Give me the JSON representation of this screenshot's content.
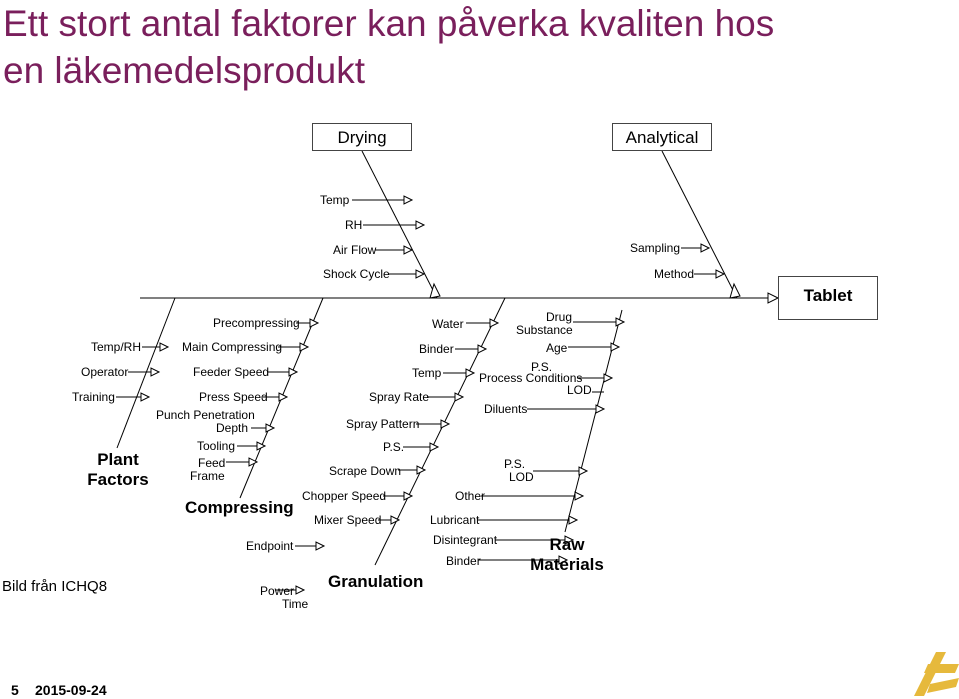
{
  "title_line1": "Ett stort antal faktorer kan påverka kvaliten hos",
  "title_line2": "en läkemedelsprodukt",
  "categories": {
    "drying": "Drying",
    "analytical": "Analytical",
    "tablet": "Tablet",
    "plant_factors": "Plant Factors",
    "compressing": "Compressing",
    "granulation": "Granulation",
    "raw_materials": "Raw Materials"
  },
  "drying_causes": [
    "Temp",
    "RH",
    "Air Flow",
    "Shock Cycle"
  ],
  "analytical_causes": [
    "Sampling",
    "Method"
  ],
  "plant_causes": [
    "Temp/RH",
    "Operator",
    "Training"
  ],
  "compressing_causes": {
    "precompressing": "Precompressing",
    "main_compressing": "Main Compressing",
    "feeder_speed": "Feeder Speed",
    "press_speed": "Press Speed",
    "punch_penetration": "Punch Penetration",
    "depth": "Depth",
    "tooling": "Tooling",
    "feed": "Feed",
    "frame": "Frame",
    "endpoint": "Endpoint",
    "power": "Power",
    "time": "Time"
  },
  "granulation_causes": {
    "water": "Water",
    "binder": "Binder",
    "temp": "Temp",
    "spray_rate": "Spray Rate",
    "spray_pattern": "Spray Pattern",
    "ps": "P.S.",
    "scrape_down": "Scrape Down",
    "chopper_speed": "Chopper Speed",
    "mixer_speed": "Mixer Speed"
  },
  "raw_material_causes": {
    "drug": "Drug",
    "substance": "Substance",
    "age": "Age",
    "ps1": "P.S.",
    "process_conditions": "Process Conditions",
    "lod1": "LOD",
    "diluents": "Diluents",
    "ps2": "P.S.",
    "lod2": "LOD",
    "other": "Other",
    "lubricant": "Lubricant",
    "disintegrant": "Disintegrant",
    "binder": "Binder"
  },
  "source_note": "Bild från ICHQ8",
  "footer": {
    "page_number": "5",
    "date": "2015-09-24"
  },
  "colors": {
    "title": "#7a1f5c",
    "logo": "#e6b93c"
  }
}
